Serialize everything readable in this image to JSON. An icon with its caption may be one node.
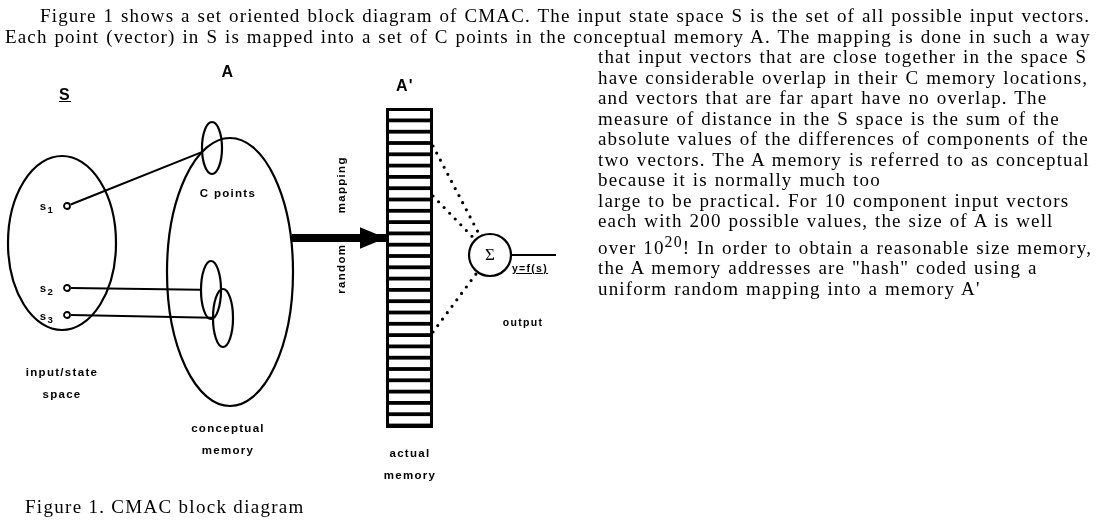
{
  "diagram": {
    "caption": "Figure 1. CMAC block diagram",
    "nodes": [
      {
        "text": [
          "S",
          "input/state space"
        ]
      },
      {
        "text": [
          "s$_{1}$"
        ],
        "in": 0
      },
      {
        "text": [
          "s$_{2}$"
        ],
        "in": 0
      },
      {
        "text": [
          "s$_{3}$"
        ],
        "in": 0
      },
      {
        "text": [
          "C points",
          "conceptual memory"
        ]
      },
      {
        "text": [],
        "shape": "ellipse",
        "in": 4
      },
      {
        "text": [],
        "shape": "ellipse",
        "in": 4
      },
      {
        "text": [],
        "shape": "ellipse",
        "in": 4
      },
      {
        "text": [
          "A'",
          "actual memory"
        ]
      },
      {
        "text": [
          "Σ"
        ]
      }
    ],
    "edges": [
      {
        "from": 1,
        "to": 5,
        "arrow": "none"
      },
      {
        "from": 2,
        "to": 6,
        "arrow": "none"
      },
      {
        "from": 3,
        "to": 7,
        "arrow": "none"
      },
      {
        "from": 4,
        "to": 8,
        "arrow": "to",
        "label": "random mapping",
        "style": "thick"
      },
      {
        "from": 8,
        "to": 9,
        "arrow": "none",
        "style": "dashed"
      },
      {
        "from": 8,
        "to": 9,
        "arrow": "none",
        "style": "dashed"
      },
      {
        "from": 8,
        "to": 9,
        "arrow": "none",
        "style": "dashed"
      },
      {
        "from": 9,
        "to": null,
        "arrow": "none"
      }
    ],
    "labels": [
      "Figure 1 shows a set oriented block diagram of CMAC. The input state space S is the set of all possible input vectors. Each point (vector) in S is mapped into a set of C points in the conceptual memory A. The mapping is done in such a way that input vectors that are close together in the space S have considerable overlap in their C memory locations, and vectors that are far apart have no overlap. The measure of distance in the S space is the sum of the absolute values of the differences of components of the two vectors. The A memory is referred to as conceptual because it is normally much too",
      "large to be practical. For 10 component input vectors each with 200 possible values, the size of A is well over 10$^{20}$! In order to obtain a reasonable size memory, the A memory addresses are \"hash\" coded using a uniform random mapping into a memory A'",
      "A",
      "y=f(s)",
      "output"
    ]
  }
}
